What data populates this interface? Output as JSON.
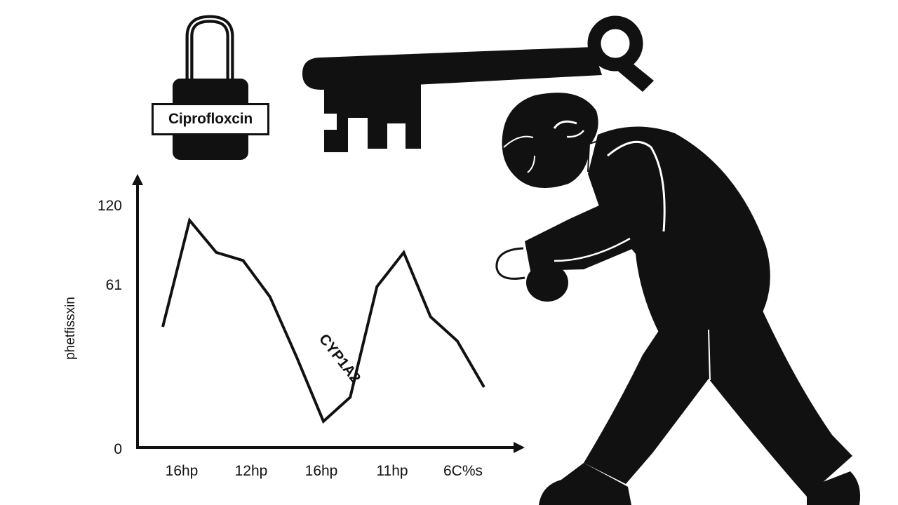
{
  "illustration": {
    "lock_label": "Ciprofloxcin",
    "ink_color": "#111111",
    "paper_color": "#ffffff",
    "icons": [
      "padlock-icon",
      "key-icon",
      "bent-figure-icon"
    ]
  },
  "chart_data": {
    "type": "line",
    "title": "",
    "ylabel": "phetfissxin",
    "xlabel": "",
    "ylim": [
      0,
      120
    ],
    "y_ticks": [
      "120",
      "61",
      "0"
    ],
    "x_ticks": [
      "16hp",
      "12hp",
      "16hp",
      "11hp",
      "6C%s"
    ],
    "annotation": "CYP1A2",
    "grid": false,
    "series": [
      {
        "x": [
          0,
          1,
          2,
          3,
          4,
          5,
          6,
          7,
          8,
          9,
          10,
          11,
          12
        ],
        "values": [
          60,
          113,
          97,
          93,
          75,
          45,
          13,
          25,
          80,
          97,
          65,
          53,
          30
        ]
      }
    ]
  }
}
